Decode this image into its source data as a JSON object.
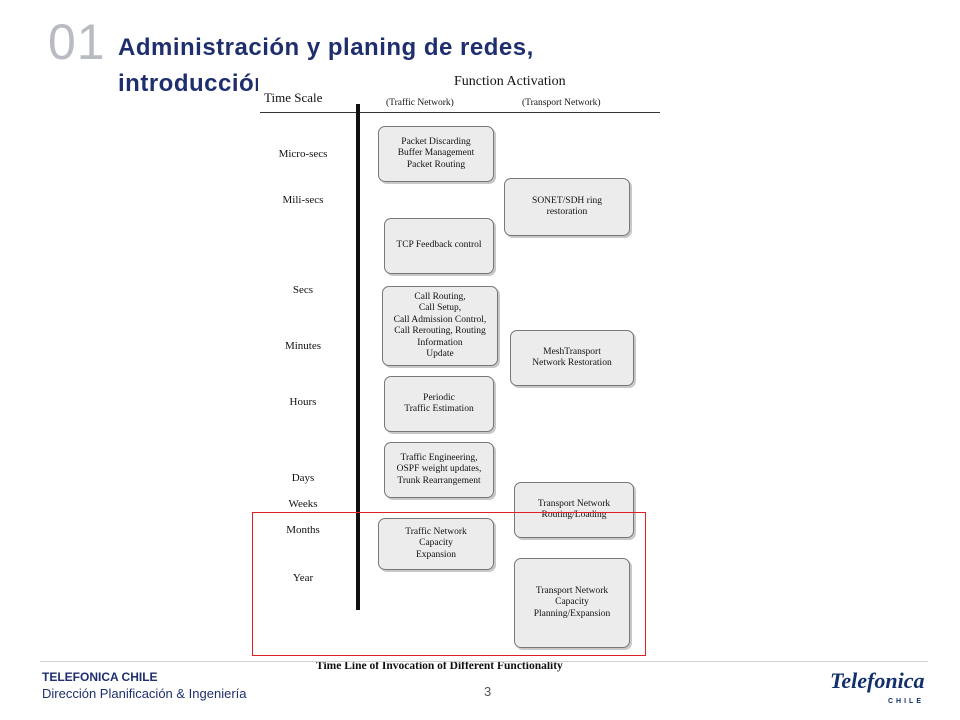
{
  "slide": {
    "number": "01",
    "title_line1": "Administración y planing de redes,",
    "title_line2": "introducción"
  },
  "figure": {
    "heading": "Function Activation",
    "time_scale_label": "Time Scale",
    "col_traffic": "(Traffic Network)",
    "col_transport": "(Transport Network)",
    "time_labels": [
      "Micro-secs",
      "Mili-secs",
      "Secs",
      "Minutes",
      "Hours",
      "Days",
      "Weeks",
      "Months",
      "Year"
    ],
    "traffic_boxes": [
      [
        "Packet Discarding",
        "Buffer Management",
        "Packet Routing"
      ],
      [
        "TCP Feedback control"
      ],
      [
        "Call Routing,",
        "Call Setup,",
        "Call Admission Control,",
        "Call Rerouting, Routing",
        "Information",
        "Update"
      ],
      [
        "Periodic",
        "Traffic Estimation"
      ],
      [
        "Traffic Engineering,",
        "OSPF weight updates,",
        "Trunk Rearrangement"
      ],
      [
        "Traffic Network",
        "Capacity",
        "Expansion"
      ]
    ],
    "transport_boxes": [
      [
        "SONET/SDH ring",
        "restoration"
      ],
      [
        "MeshTransport",
        "Network Restoration"
      ],
      [
        "Transport Network",
        "Routing/Loading"
      ],
      [
        "Transport Network",
        "Capacity",
        "Planning/Expansion"
      ]
    ],
    "caption": "Time Line of Invocation of Different Functionality"
  },
  "footer": {
    "company": "TELEFONICA CHILE",
    "department": "Dirección Planificación & Ingeniería",
    "page_number": "3"
  },
  "logo": {
    "wordmark": "Telefonica",
    "sub": "CHILE"
  }
}
